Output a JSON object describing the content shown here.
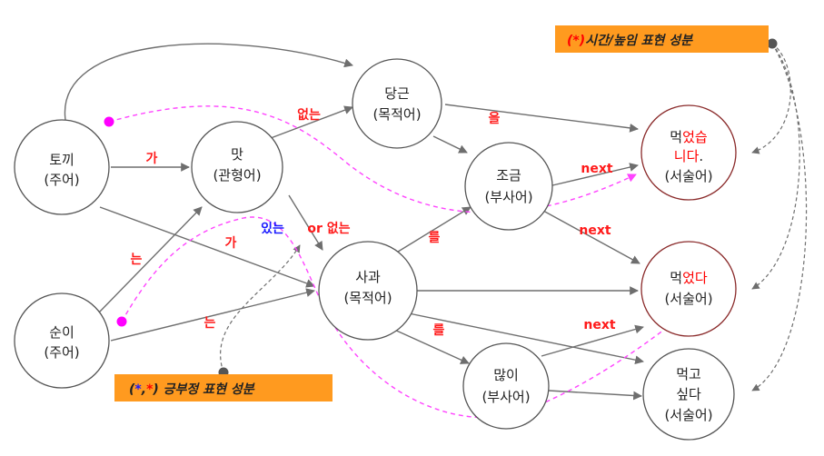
{
  "nodes": {
    "tokki": {
      "word": "토끼",
      "role": "(주어)"
    },
    "suni": {
      "word": "순이",
      "role": "(주어)"
    },
    "mat": {
      "word": "맛",
      "role": "(관형어)"
    },
    "danggeun": {
      "word": "당근",
      "role": "(목적어)"
    },
    "sagwa": {
      "word": "사과",
      "role": "(목적어)"
    },
    "jogeum": {
      "word": "조금",
      "role": "(부사어)"
    },
    "mani": {
      "word": "많이",
      "role": "(부사어)"
    },
    "meogeot_seumnida": {
      "pre": "먹",
      "hl": "었습",
      "line2": "니다",
      "hl2": ".",
      "role": "(서술어)"
    },
    "meogeotda": {
      "pre": "먹",
      "hl": "었다",
      "role": "(서술어)"
    },
    "meokgo_sipda": {
      "line1": "먹고",
      "hl": "싶다",
      "role": "(서술어)"
    }
  },
  "edge_labels": {
    "ga_1": "가",
    "eomneun": "없는",
    "eul": "을",
    "next_1": "next",
    "next_2": "next",
    "neun_1": "는",
    "ga_2": "가",
    "itneun": "있는",
    "or_eomneun": "or 없는",
    "reul_1": "를",
    "neun_2": "는",
    "reul_2": "를",
    "next_3": "next"
  },
  "notes": {
    "tense": {
      "mark": "(*)",
      "text": "시간/높임 표현 성분"
    },
    "polarity": {
      "open": "(",
      "mark1": "*",
      "sep": ",",
      "mark2": "*",
      "close": ")",
      "text": " 긍부정 표현 성분"
    }
  },
  "colors": {
    "highlight": "#ff0000",
    "blue": "#1a1aff",
    "note_background": "#ff9a1f",
    "dashed_path": "#ff44ff"
  }
}
